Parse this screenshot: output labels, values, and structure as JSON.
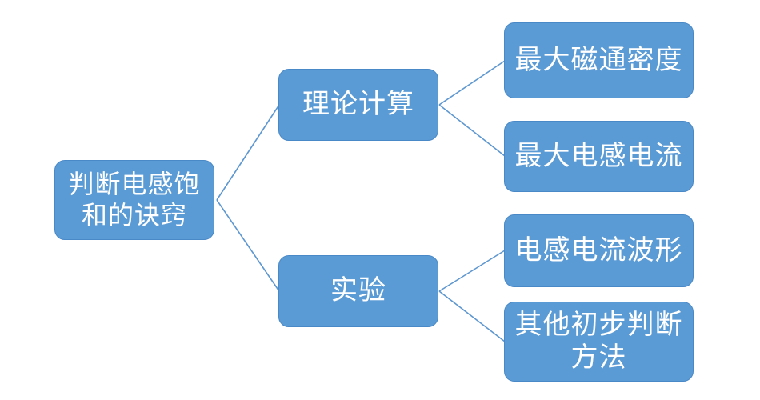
{
  "diagram": {
    "type": "hierarchy-tree",
    "direction": "left-to-right",
    "colors": {
      "node_fill": "#5B9BD5",
      "node_border": "#4A89C7",
      "connector": "#5E97D0",
      "text": "#ffffff",
      "background": "#ffffff"
    },
    "nodes": {
      "root": {
        "label": "判断电感饱和的诀窍",
        "line1": "判断电感饱",
        "line2": "和的诀窍"
      },
      "theory": {
        "label": "理论计算"
      },
      "experiment": {
        "label": "实验"
      },
      "flux": {
        "label": "最大磁通密度"
      },
      "current": {
        "label": "最大电感电流"
      },
      "waveform": {
        "label": "电感电流波形"
      },
      "other": {
        "label": "其他初步判断方法",
        "line1": "其他初步判断",
        "line2": "方法"
      }
    },
    "edges": [
      {
        "from": "root",
        "to": "theory"
      },
      {
        "from": "root",
        "to": "experiment"
      },
      {
        "from": "theory",
        "to": "flux"
      },
      {
        "from": "theory",
        "to": "current"
      },
      {
        "from": "experiment",
        "to": "waveform"
      },
      {
        "from": "experiment",
        "to": "other"
      }
    ]
  }
}
